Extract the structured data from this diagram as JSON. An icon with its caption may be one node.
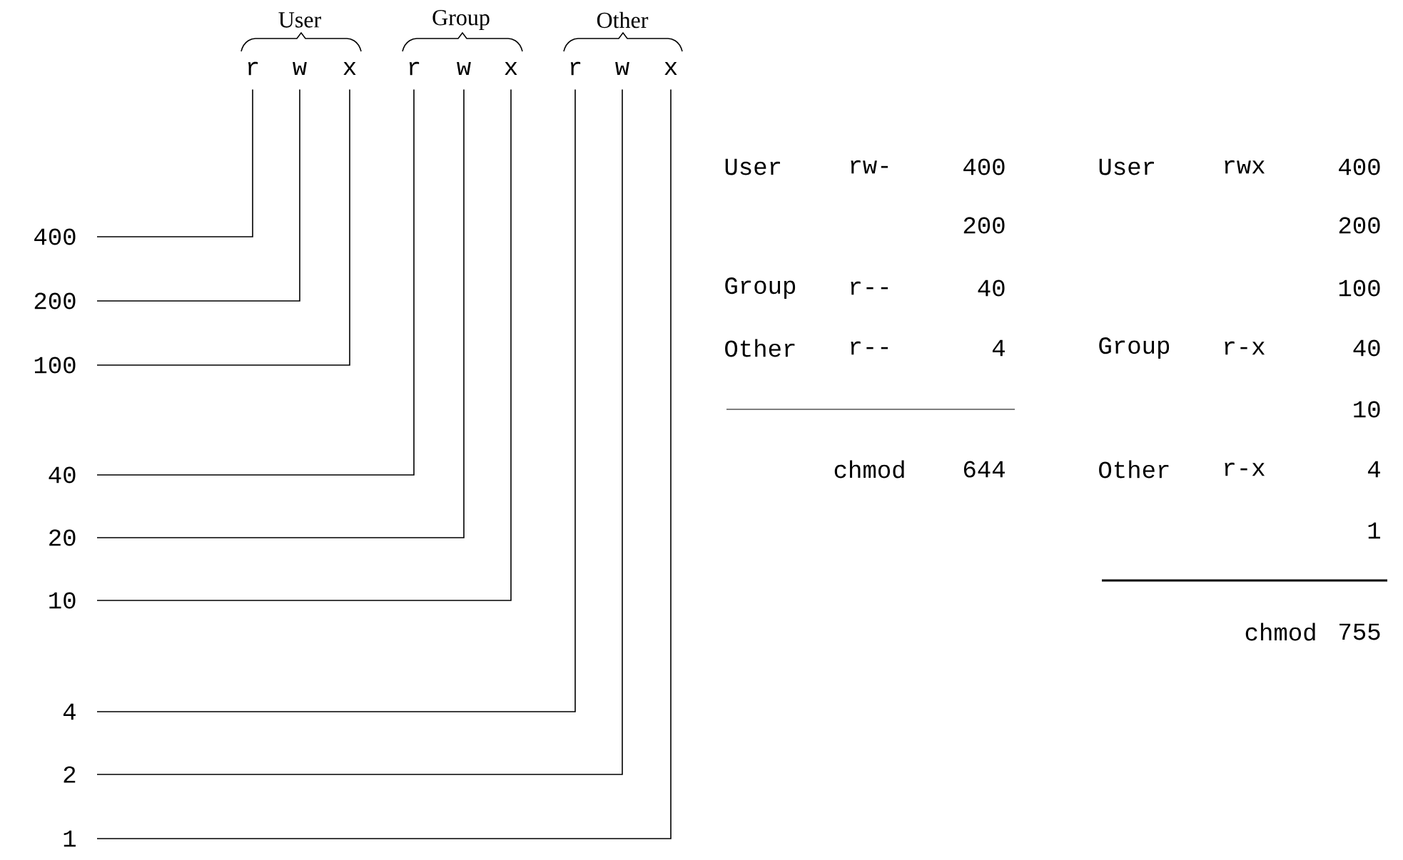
{
  "diagram": {
    "nodes": [
      {
        "text": [
          "r"
        ]
      },
      {
        "text": [
          "w"
        ]
      },
      {
        "text": [
          "x"
        ]
      },
      {
        "text": [
          "r"
        ]
      },
      {
        "text": [
          "w"
        ]
      },
      {
        "text": [
          "x"
        ]
      },
      {
        "text": [
          "r"
        ]
      },
      {
        "text": [
          "w"
        ]
      },
      {
        "text": [
          "x"
        ]
      },
      {
        "text": [
          "400"
        ]
      },
      {
        "text": [
          "200"
        ]
      },
      {
        "text": [
          "100"
        ]
      },
      {
        "text": [
          "40"
        ]
      },
      {
        "text": [
          "20"
        ]
      },
      {
        "text": [
          "10"
        ]
      },
      {
        "text": [
          "4"
        ]
      },
      {
        "text": [
          "2"
        ]
      },
      {
        "text": [
          "1"
        ]
      }
    ],
    "edges": [
      {
        "from": 9,
        "to": 0,
        "arrow": "none"
      },
      {
        "from": 10,
        "to": 1,
        "arrow": "none"
      },
      {
        "from": 11,
        "to": 2,
        "arrow": "none"
      },
      {
        "from": 12,
        "to": 3,
        "arrow": "none"
      },
      {
        "from": 13,
        "to": 4,
        "arrow": "none"
      },
      {
        "from": 14,
        "to": 5,
        "arrow": "none"
      },
      {
        "from": 15,
        "to": 6,
        "arrow": "none"
      },
      {
        "from": 16,
        "to": 7,
        "arrow": "none"
      },
      {
        "from": 17,
        "to": 8,
        "arrow": "none"
      }
    ],
    "labels": [
      "User",
      "Group",
      "Other",
      "User",
      "rw-",
      "400",
      "200",
      "Group",
      "r--",
      "40",
      "Other",
      "r--",
      "4",
      "chmod",
      "644",
      "User",
      "rwx",
      "400",
      "200",
      "100",
      "Group",
      "r-x",
      "40",
      "10",
      "Other",
      "r-x",
      "4",
      "1",
      "chmod",
      "755"
    ]
  }
}
